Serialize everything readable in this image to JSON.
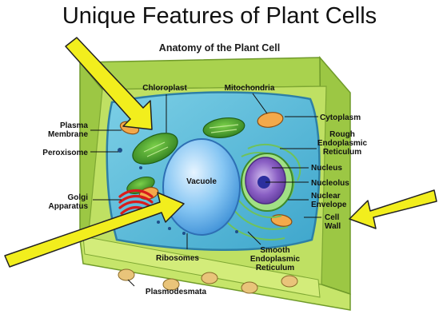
{
  "title": "Unique Features of Plant Cells",
  "diagram_title": "Anatomy of the Plant Cell",
  "labels": {
    "chloroplast": "Chloroplast",
    "mitochondria": "Mitochondria",
    "plasma_membrane": [
      "Plasma",
      "Membrane"
    ],
    "cytoplasm": "Cytoplasm",
    "peroxisome": "Peroxisome",
    "rough_er": [
      "Rough",
      "Endoplasmic",
      "Reticulum"
    ],
    "nucleus": "Nucleus",
    "vacuole": "Vacuole",
    "nucleolus": "Nucleolus",
    "golgi": [
      "Golgi",
      "Apparatus"
    ],
    "nuclear_envelope": [
      "Nuclear",
      "Envelope"
    ],
    "cell_wall": [
      "Cell",
      "Wall"
    ],
    "ribosomes": "Ribosomes",
    "smooth_er": [
      "Smooth",
      "Endoplasmic",
      "Reticulum"
    ],
    "plasmodesmata": "Plasmodesmata"
  },
  "colors": {
    "arrow": "#f2ee1d",
    "cell_wall": "#b8dc5c",
    "cytoplasm": "#4fb7d8",
    "vacuole": "#6fb8ee",
    "chloroplast": "#3e9b2a",
    "golgi": "#d81c1c",
    "nucleus": "#8a5fc4"
  }
}
